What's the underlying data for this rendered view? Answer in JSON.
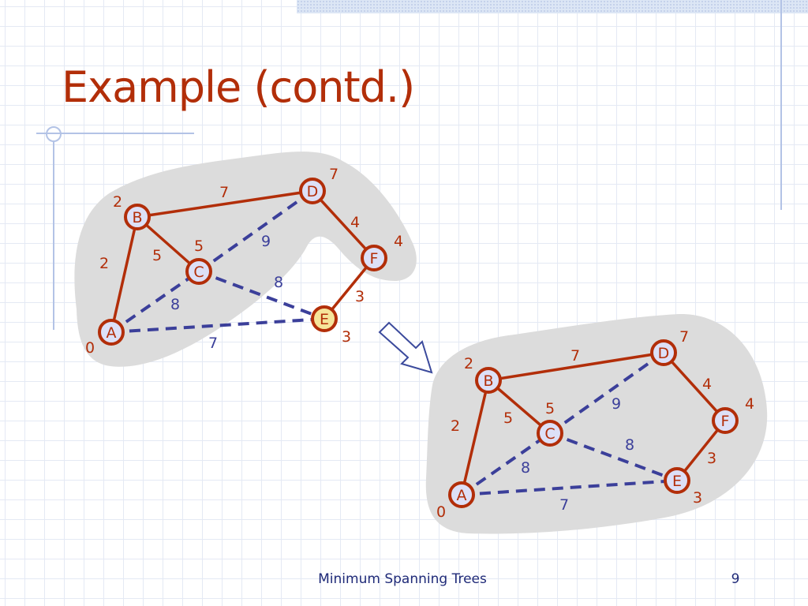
{
  "slide": {
    "title": "Example (contd.)"
  },
  "colors": {
    "tree_edge": "#b22e09",
    "non_tree_edge": "#3b3f9a",
    "vertex_fill": "#dde0f7",
    "vertex_border": "#b22e09",
    "selected_vertex_fill": "#f6e49a",
    "cloud_fill": "#dcdcdc",
    "distance_label": "#b22e09",
    "vertex_label": "#b22e09",
    "grid_line": "#e4e9f4",
    "footer_text": "#1f2a78"
  },
  "graphs": [
    {
      "name": "before",
      "vertices": [
        {
          "id": "A",
          "label": "A",
          "distance": "0",
          "in_cloud": true
        },
        {
          "id": "B",
          "label": "B",
          "distance": "2",
          "in_cloud": true
        },
        {
          "id": "C",
          "label": "C",
          "distance": "5",
          "in_cloud": true
        },
        {
          "id": "D",
          "label": "D",
          "distance": "7",
          "in_cloud": true
        },
        {
          "id": "F",
          "label": "F",
          "distance": "4",
          "in_cloud": true
        },
        {
          "id": "E",
          "label": "E",
          "distance": "3",
          "in_cloud": false,
          "selected": true
        }
      ],
      "edges": [
        {
          "from": "A",
          "to": "B",
          "weight": "2",
          "tree": true
        },
        {
          "from": "B",
          "to": "C",
          "weight": "5",
          "tree": true
        },
        {
          "from": "B",
          "to": "D",
          "weight": "7",
          "tree": true
        },
        {
          "from": "D",
          "to": "F",
          "weight": "4",
          "tree": true
        },
        {
          "from": "F",
          "to": "E",
          "weight": "3",
          "tree": true
        },
        {
          "from": "C",
          "to": "D",
          "weight": "9",
          "tree": false
        },
        {
          "from": "A",
          "to": "C",
          "weight": "8",
          "tree": false
        },
        {
          "from": "C",
          "to": "E",
          "weight": "8",
          "tree": false
        },
        {
          "from": "A",
          "to": "E",
          "weight": "7",
          "tree": false
        }
      ]
    },
    {
      "name": "after",
      "vertices": [
        {
          "id": "A",
          "label": "A",
          "distance": "0",
          "in_cloud": true
        },
        {
          "id": "B",
          "label": "B",
          "distance": "2",
          "in_cloud": true
        },
        {
          "id": "C",
          "label": "C",
          "distance": "5",
          "in_cloud": true
        },
        {
          "id": "D",
          "label": "D",
          "distance": "7",
          "in_cloud": true
        },
        {
          "id": "F",
          "label": "F",
          "distance": "4",
          "in_cloud": true
        },
        {
          "id": "E",
          "label": "E",
          "distance": "3",
          "in_cloud": true
        }
      ],
      "edges": [
        {
          "from": "A",
          "to": "B",
          "weight": "2",
          "tree": true
        },
        {
          "from": "B",
          "to": "C",
          "weight": "5",
          "tree": true
        },
        {
          "from": "B",
          "to": "D",
          "weight": "7",
          "tree": true
        },
        {
          "from": "D",
          "to": "F",
          "weight": "4",
          "tree": true
        },
        {
          "from": "F",
          "to": "E",
          "weight": "3",
          "tree": true
        },
        {
          "from": "C",
          "to": "D",
          "weight": "9",
          "tree": false
        },
        {
          "from": "A",
          "to": "C",
          "weight": "8",
          "tree": false
        },
        {
          "from": "C",
          "to": "E",
          "weight": "8",
          "tree": false
        },
        {
          "from": "A",
          "to": "E",
          "weight": "7",
          "tree": false
        }
      ]
    }
  ],
  "footer": {
    "title": "Minimum Spanning Trees",
    "page": "9"
  }
}
